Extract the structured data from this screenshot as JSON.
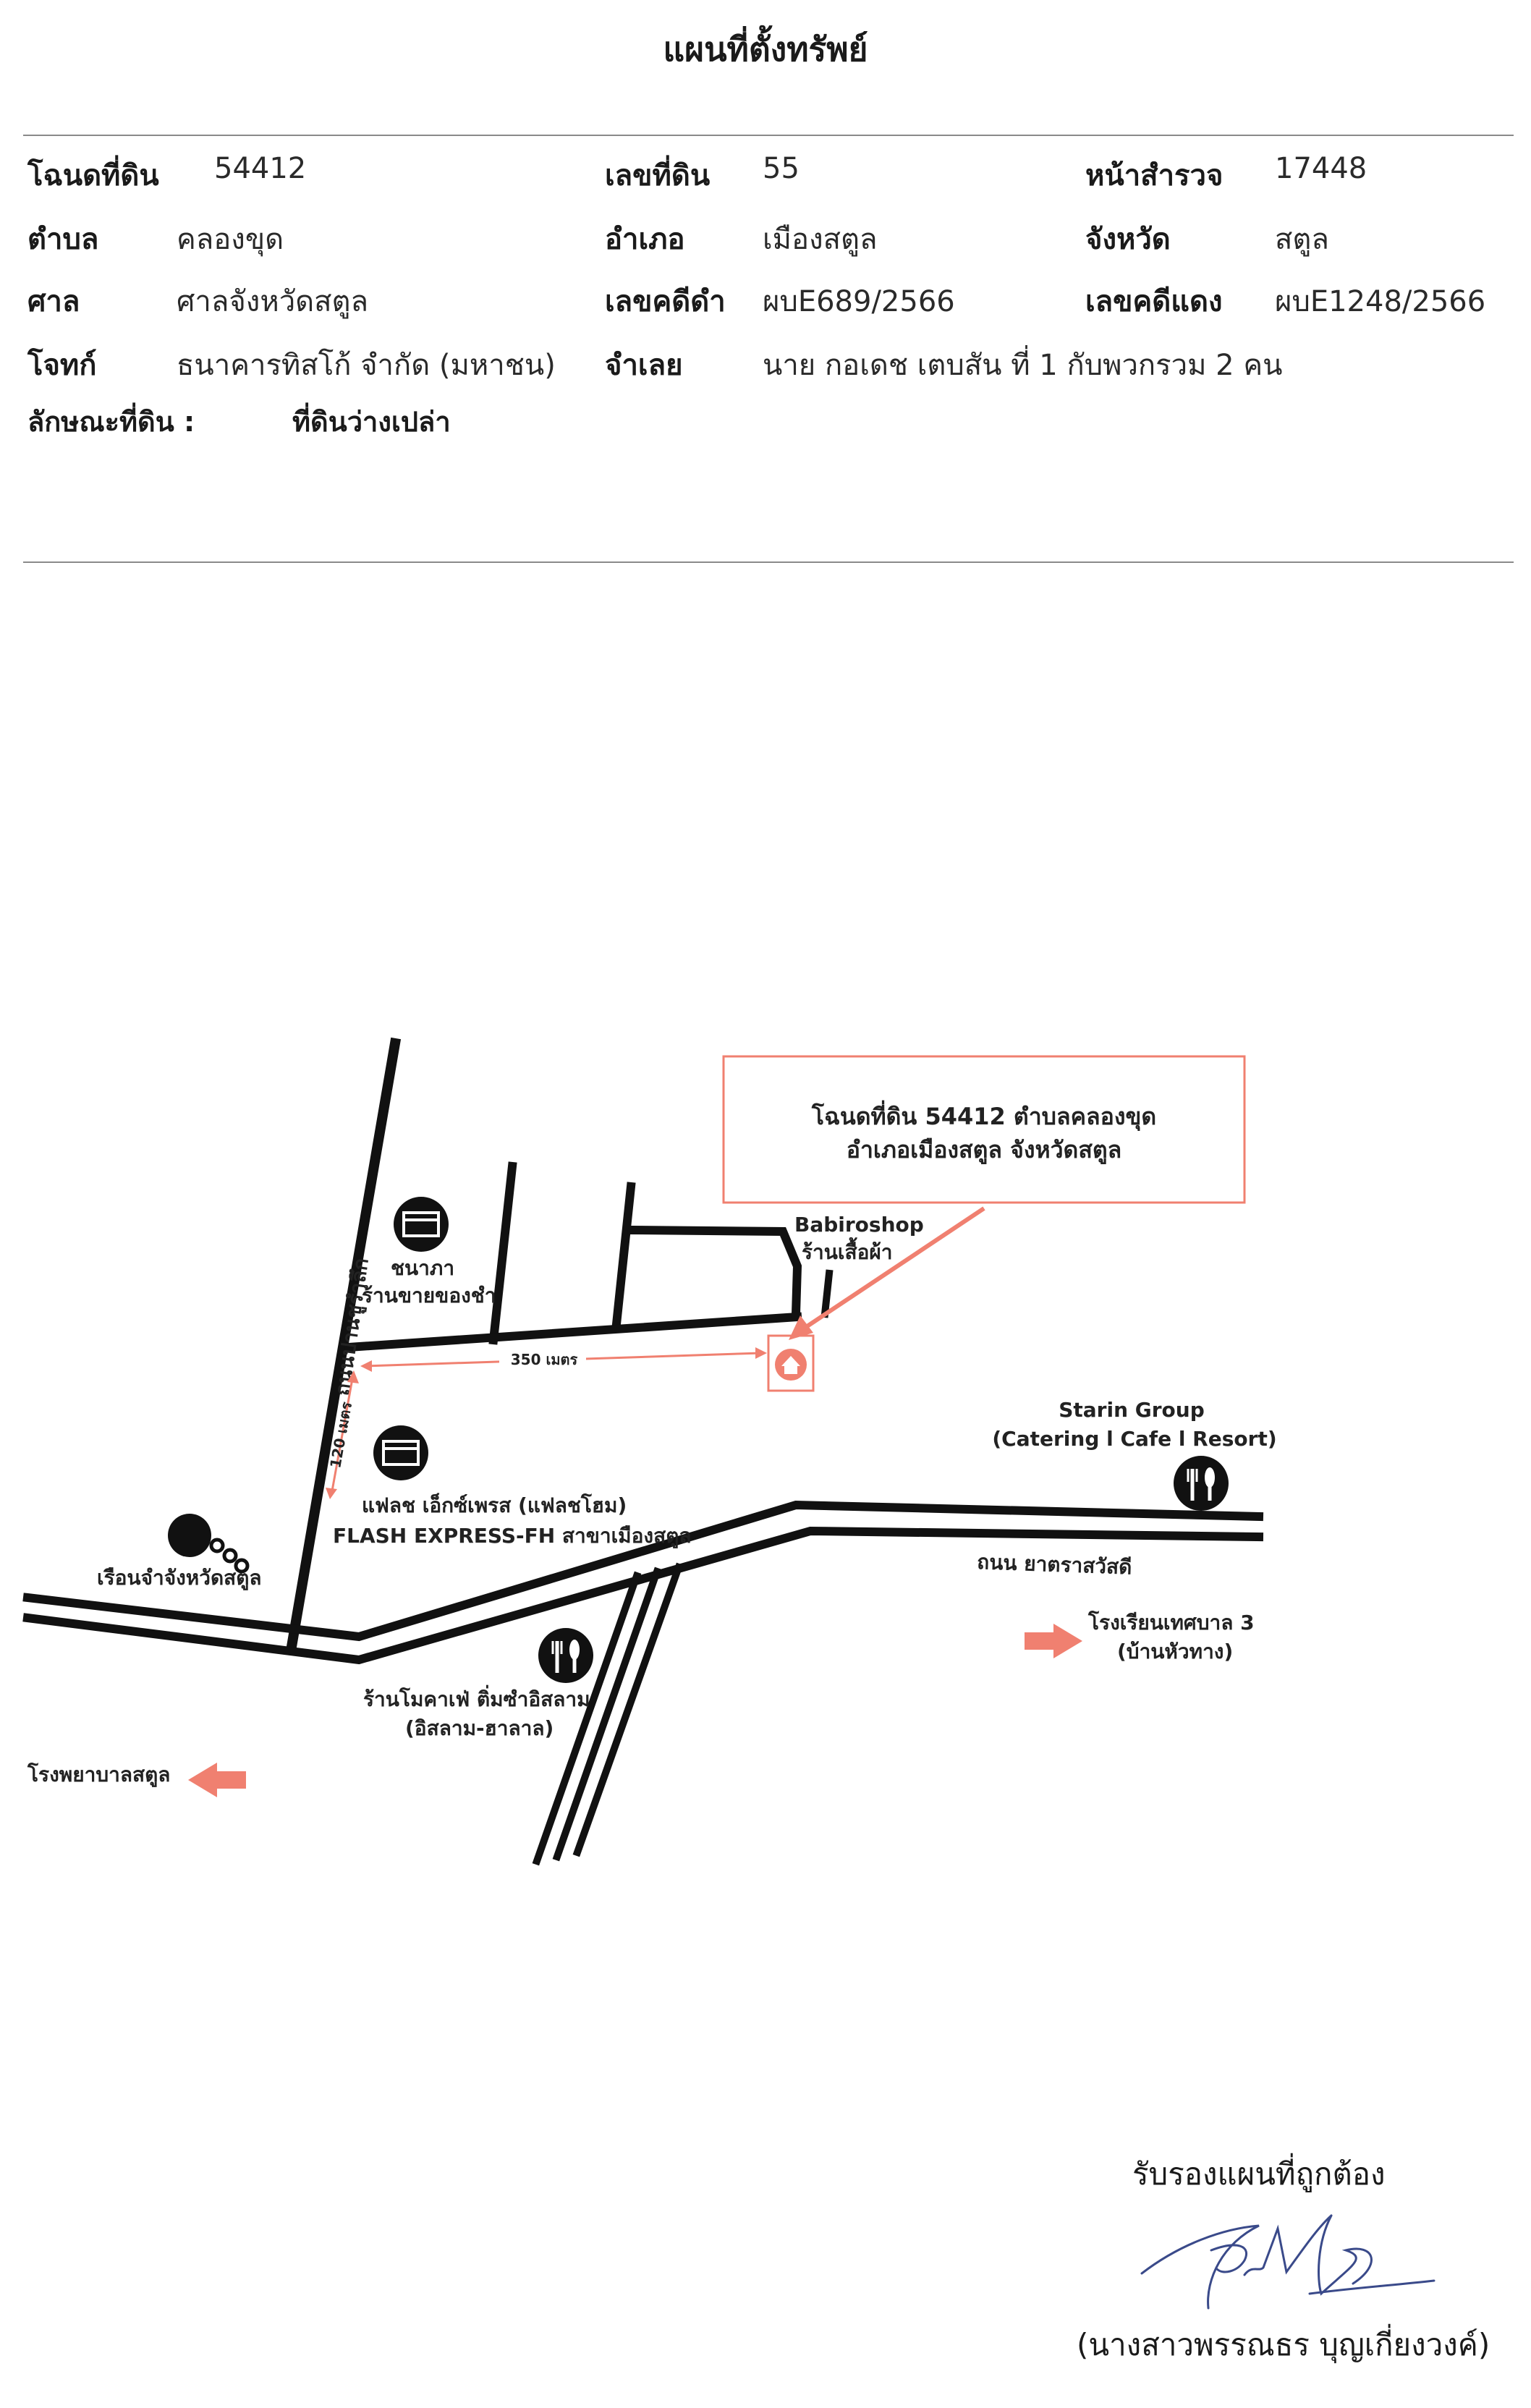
{
  "title": "แผนที่ตั้งทรัพย์",
  "fields": {
    "deed_label": "โฉนดที่ดิน",
    "deed_value": "54412",
    "land_no_label": "เลขที่ดิน",
    "land_no_value": "55",
    "survey_label": "หน้าสำรวจ",
    "survey_value": "17448",
    "subdistrict_label": "ตำบล",
    "subdistrict_value": "คลองขุด",
    "district_label": "อำเภอ",
    "district_value": "เมืองสตูล",
    "province_label": "จังหวัด",
    "province_value": "สตูล",
    "court_label": "ศาล",
    "court_value": "ศาลจังหวัดสตูล",
    "black_case_label": "เลขคดีดำ",
    "black_case_value": "ผบE689/2566",
    "red_case_label": "เลขคดีแดง",
    "red_case_value": "ผบE1248/2566",
    "plaintiff_label": "โจทก์",
    "plaintiff_value": "ธนาคารทิสโก้ จำกัด (มหาชน)",
    "defendant_label": "จำเลย",
    "defendant_value": "นาย กอเดช เตบสัน  ที่ 1  กับพวกรวม 2 คน",
    "land_type_label": "ลักษณะที่ดิน :",
    "land_type_value": "ที่ดินว่างเปล่า"
  },
  "map": {
    "callout_line1": "โฉนดที่ดิน 54412 ตำบลคลองขุด",
    "callout_line2": "อำเภอเมืองสตูล จังหวัดสตูล",
    "babiroshop_en": "Babiroshop",
    "babiroshop_th": "ร้านเสื้อผ้า",
    "chanapa_name": "ชนาภา",
    "chanapa_desc": "ร้านขายของชำ",
    "road_left": "ถนนปานชูรำลึก",
    "dist_350": "350 เมตร",
    "dist_120": "120 เมตร",
    "flash_th": "แฟลช เอ็กซ์เพรส (แฟลชโฮม)",
    "flash_en": "FLASH EXPRESS-FH สาขาเมืองสตูล",
    "prison": "เรือนจำจังหวัดสตูล",
    "starin_name": "Starin Group",
    "starin_desc": "(Catering l Cafe l Resort)",
    "road_right": "ถนน ยาตราสวัสดี",
    "school_line1": "โรงเรียนเทศบาล 3",
    "school_line2": "(บ้านหัวทาง)",
    "cafe_line1": "ร้านโมคาเฟ่ ติ่มซำอิสลาม",
    "cafe_line2": "(อิสลาม-ฮาลาล)",
    "hospital": "โรงพยาบาลสตูล",
    "accent": "#f08070",
    "icons": [
      "shop-icon",
      "home-icon",
      "restaurant-icon",
      "prison-ball-icon",
      "arrow-right-icon",
      "arrow-left-icon"
    ]
  },
  "certify": "รับรองแผนที่ถูกต้อง",
  "signer": "(นางสาวพรรณธร บุญเกี่ยงวงค์)"
}
